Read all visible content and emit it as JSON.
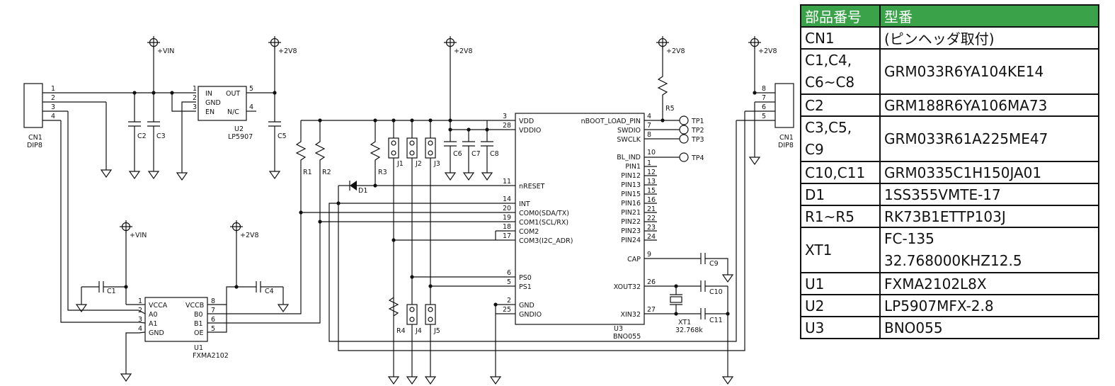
{
  "schematic": {
    "cn1_left": {
      "ref": "CN1",
      "type": "DIP8",
      "pins": [
        "1",
        "2",
        "3",
        "4"
      ]
    },
    "cn1_right": {
      "ref": "CN1",
      "type": "DIP8",
      "pins": [
        "8",
        "7",
        "6",
        "5"
      ]
    },
    "u2": {
      "ref": "U2",
      "part": "LP5907",
      "pins_left": [
        "IN",
        "GND",
        "EN"
      ],
      "pins_right": [
        "OUT",
        "N/C"
      ],
      "pin_nums": [
        "1",
        "2",
        "3",
        "5",
        "4"
      ]
    },
    "u1": {
      "ref": "U1",
      "part": "FXMA2102",
      "pins_left": [
        "VCCA",
        "A0",
        "A1",
        "GND"
      ],
      "pins_right": [
        "VCCB",
        "B0",
        "B1",
        "OE"
      ],
      "pin_nums": [
        "1",
        "2",
        "3",
        "4",
        "8",
        "7",
        "6",
        "5"
      ]
    },
    "u3": {
      "ref": "U3",
      "part": "BNO055",
      "left_pins": [
        {
          "num": "3",
          "name": "VDD"
        },
        {
          "num": "28",
          "name": "VDDIO"
        },
        {
          "num": "11",
          "name": "nRESET"
        },
        {
          "num": "14",
          "name": "INT"
        },
        {
          "num": "20",
          "name": "COM0(SDA/TX)"
        },
        {
          "num": "19",
          "name": "COM1(SCL/RX)"
        },
        {
          "num": "18",
          "name": "COM2"
        },
        {
          "num": "17",
          "name": "COM3(I2C_ADR)"
        },
        {
          "num": "6",
          "name": "PS0"
        },
        {
          "num": "5",
          "name": "PS1"
        },
        {
          "num": "2",
          "name": "GND"
        },
        {
          "num": "25",
          "name": "GNDIO"
        }
      ],
      "right_pins": [
        {
          "num": "4",
          "name": "nBOOT_LOAD_PIN"
        },
        {
          "num": "7",
          "name": "SWDIO"
        },
        {
          "num": "8",
          "name": "SWCLK"
        },
        {
          "num": "10",
          "name": "BL_IND"
        },
        {
          "num": "1",
          "name": "PIN1"
        },
        {
          "num": "12",
          "name": "PIN12"
        },
        {
          "num": "13",
          "name": "PIN13"
        },
        {
          "num": "15",
          "name": "PIN15"
        },
        {
          "num": "16",
          "name": "PIN16"
        },
        {
          "num": "21",
          "name": "PIN21"
        },
        {
          "num": "22",
          "name": "PIN22"
        },
        {
          "num": "23",
          "name": "PIN23"
        },
        {
          "num": "24",
          "name": "PIN24"
        },
        {
          "num": "9",
          "name": "CAP"
        },
        {
          "num": "26",
          "name": "XOUT32"
        },
        {
          "num": "27",
          "name": "XIN32"
        }
      ]
    },
    "power": {
      "vin": "+VIN",
      "v28": "+2V8"
    },
    "caps": [
      "C1",
      "C2",
      "C3",
      "C4",
      "C5",
      "C6",
      "C7",
      "C8",
      "C9",
      "C10",
      "C11"
    ],
    "resistors": [
      "R1",
      "R2",
      "R3",
      "R4",
      "R5"
    ],
    "jumpers": [
      "J1",
      "J2",
      "J3",
      "J4",
      "J5"
    ],
    "diode": "D1",
    "testpoints": [
      "TP1",
      "TP2",
      "TP3",
      "TP4"
    ],
    "crystal": {
      "ref": "XT1",
      "value": "32.768k"
    }
  },
  "parts_table": {
    "headers": [
      "部品番号",
      "型番"
    ],
    "rows": [
      {
        "ref": "CN1",
        "part": "(ピンヘッダ取付)"
      },
      {
        "ref": "C1,C4,\nC6~C8",
        "ref_lines": [
          "C1,C4,",
          "C6~C8"
        ],
        "part": "GRM033R6YA104KE14"
      },
      {
        "ref": "C2",
        "part": "GRM188R6YA106MA73"
      },
      {
        "ref_lines": [
          "C3,C5,",
          "C9"
        ],
        "part": "GRM033R61A225ME47"
      },
      {
        "ref": "C10,C11",
        "part": "GRM0335C1H150JA01"
      },
      {
        "ref": "D1",
        "part": "1SS355VMTE-17"
      },
      {
        "ref": "R1~R5",
        "part": "RK73B1ETTP103J"
      },
      {
        "ref": "XT1",
        "part_lines": [
          "FC-135",
          "32.768000KHZ12.5"
        ]
      },
      {
        "ref": "U1",
        "part": "FXMA2102L8X"
      },
      {
        "ref": "U2",
        "part": "LP5907MFX-2.8"
      },
      {
        "ref": "U3",
        "part": "BNO055"
      }
    ]
  },
  "colors": {
    "header_bg": "#3aa34a",
    "header_text": "#ffffff",
    "line": "#111111"
  }
}
